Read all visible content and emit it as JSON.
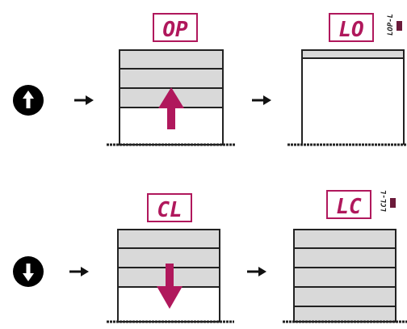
{
  "colors": {
    "accent": "#b0185c",
    "shutter_fill": "#d9d9d9",
    "line": "#222222",
    "icon": "#000000"
  },
  "rows": [
    {
      "direction": "up",
      "button_icon": "up-arrow-circle-icon",
      "moving_display": "OP",
      "end_display": "LO",
      "end_side_label": "LOP-L",
      "end_state": "open"
    },
    {
      "direction": "down",
      "button_icon": "down-arrow-circle-icon",
      "moving_display": "CL",
      "end_display": "LC",
      "end_side_label": "LCL-L",
      "end_state": "closed"
    }
  ]
}
